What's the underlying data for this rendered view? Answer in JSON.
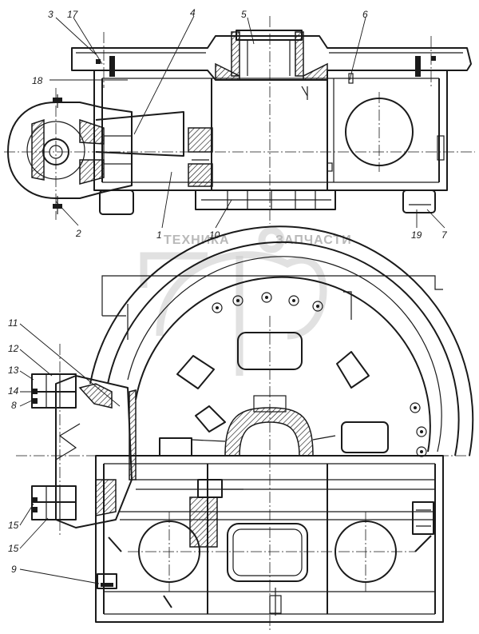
{
  "callouts": {
    "top": {
      "c3": "3",
      "c17": "17",
      "c4": "4",
      "c5": "5",
      "c6": "6",
      "c18": "18",
      "c2": "2",
      "c1": "1",
      "c10": "10",
      "c19": "19",
      "c7": "7"
    },
    "bottom": {
      "c11": "11",
      "c12": "12",
      "c13": "13",
      "c14": "14",
      "c8": "8",
      "c15a": "15",
      "c15b": "15",
      "c9": "9"
    }
  },
  "watermark": {
    "left_word": "ТЕХНИКА",
    "right_word": "ЗАПЧАСТИ"
  }
}
